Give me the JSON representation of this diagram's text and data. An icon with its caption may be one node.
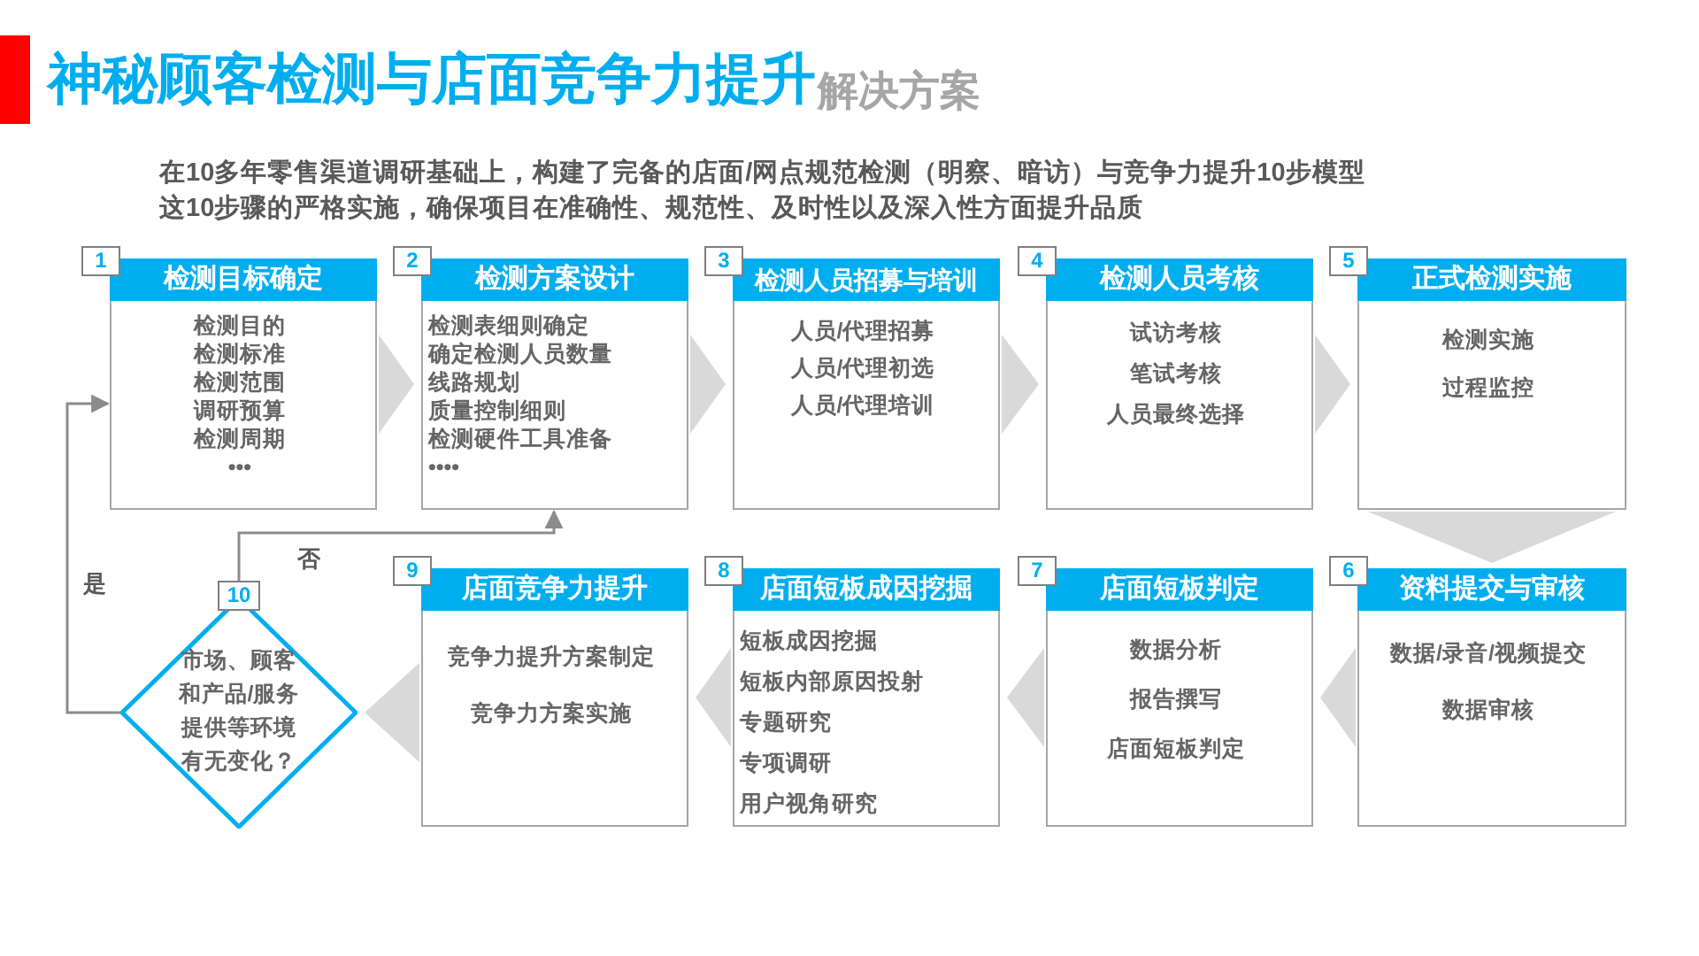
{
  "diagram": {
    "title": "神秘顾客检测与店面竞争力提升",
    "nodes": [
      {
        "text": [
          "检测目标确定",
          "检测目的",
          "检测标准",
          "检测范围",
          "调研预算",
          "检测周期",
          "•••"
        ],
        "beside": [
          "1"
        ]
      },
      {
        "text": [
          "检测方案设计",
          "检测表细则确定",
          "确定检测人员数量",
          "线路规划",
          "质量控制细则",
          "检测硬件工具准备",
          "••••"
        ],
        "beside": [
          "2"
        ]
      },
      {
        "text": [
          "检测人员招募与培训",
          "人员/代理招募",
          "人员/代理初选",
          "人员/代理培训"
        ],
        "beside": [
          "3"
        ]
      },
      {
        "text": [
          "检测人员考核",
          "试访考核",
          "笔试考核",
          "人员最终选择"
        ],
        "beside": [
          "4"
        ]
      },
      {
        "text": [
          "正式检测实施",
          "检测实施",
          "过程监控"
        ],
        "beside": [
          "5"
        ]
      },
      {
        "text": [
          "资料提交与审核",
          "数据/录音/视频提交",
          "数据审核"
        ],
        "beside": [
          "6"
        ]
      },
      {
        "text": [
          "店面短板判定",
          "数据分析",
          "报告撰写",
          "店面短板判定"
        ],
        "beside": [
          "7"
        ]
      },
      {
        "text": [
          "店面短板成因挖掘",
          "短板成因挖掘",
          "短板内部原因投射",
          "专题研究",
          "专项调研",
          "用户视角研究"
        ],
        "beside": [
          "8"
        ]
      },
      {
        "text": [
          "店面竞争力提升",
          "竞争力提升方案制定",
          "竞争力方案实施"
        ],
        "beside": [
          "9"
        ]
      },
      {
        "text": [
          "市场、顾客和产品/服务提供等环境有无变化？"
        ],
        "beside": [
          "10"
        ]
      }
    ],
    "edges": [
      {
        "from": 0,
        "to": 1,
        "arrow": "to"
      },
      {
        "from": 1,
        "to": 2,
        "arrow": "to"
      },
      {
        "from": 2,
        "to": 3,
        "arrow": "to"
      },
      {
        "from": 3,
        "to": 4,
        "arrow": "to"
      },
      {
        "from": 4,
        "to": 5,
        "arrow": "to"
      },
      {
        "from": 5,
        "to": 6,
        "arrow": "to"
      },
      {
        "from": 6,
        "to": 7,
        "arrow": "to"
      },
      {
        "from": 7,
        "to": 8,
        "arrow": "to"
      },
      {
        "from": 8,
        "to": 9,
        "arrow": "to"
      },
      {
        "from": 9,
        "to": 0,
        "arrow": "to",
        "label": "是",
        "color": "#8c8c8c"
      },
      {
        "from": 9,
        "to": 1,
        "arrow": "to",
        "label": "否",
        "color": "#8c8c8c"
      }
    ],
    "labels": [
      "解决方案",
      "在10多年零售渠道调研基础上，构建了完备的店面/网点规范检测（明察、暗访）与竞争力提升10步模型",
      "这10步骤的严格实施，确保项目在准确性、规范性、及时性以及深入性方面提升品质"
    ]
  }
}
